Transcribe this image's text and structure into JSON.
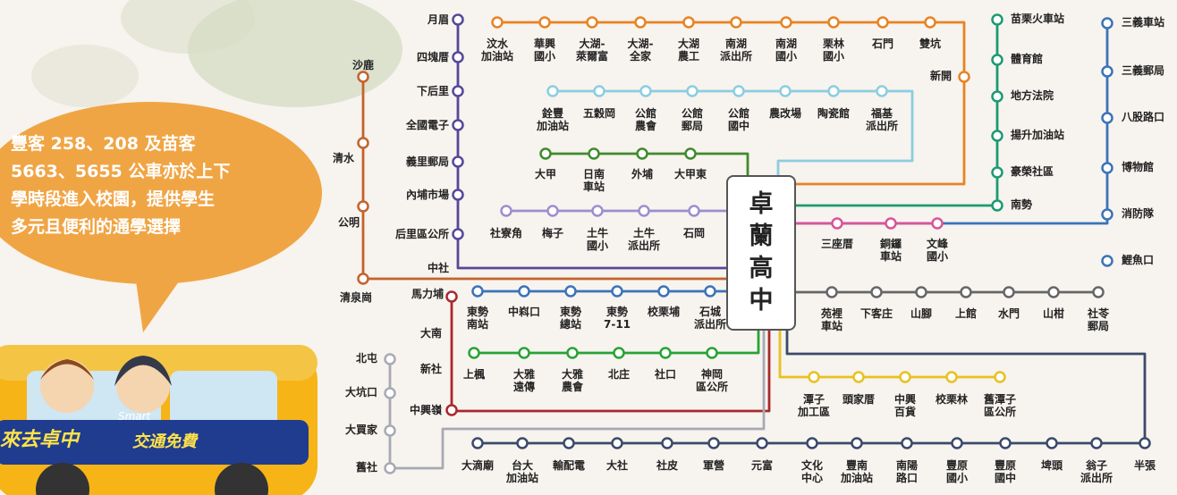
{
  "bubble_text": "豐客 258、208 及苗客\n5663、5655 公車亦於上下\n學時段進入校園，提供學生\n多元且便利的通學選擇",
  "hub_label": [
    "卓",
    "蘭",
    "高",
    "中"
  ],
  "bus_slogan": "來去卓中",
  "bus_smart": "Smart",
  "bus_free": "交通免費",
  "colors": {
    "bubble": "#f0a545",
    "purple": "#55489a",
    "orange": "#e88323",
    "lightblue": "#8ccde0",
    "green": "#3f8b2c",
    "lavender": "#9c8fce",
    "teal": "#1c9a73",
    "blue": "#3a73b8",
    "pink": "#d9559a",
    "gray": "#666666",
    "burnt": "#c3632c",
    "darkred": "#a8282c",
    "lime": "#27a336",
    "yellow": "#e8c11f",
    "navy": "#3a4a6a",
    "graylight": "#a7aab5"
  },
  "labels": {
    "p_yuemei": "月眉",
    "p_sikuaicuo": "四塊厝",
    "p_xiahoucuo": "下后里",
    "p_quanguodianzi": "全國電子",
    "p_yilivoucheng": "義里郵局",
    "p_neipushichang": "內埔市場",
    "p_houliqugongsuo": "后里區公所",
    "p_zhongshe": "中社",
    "sh_shalu": "沙鹿",
    "sh_qingshui": "清水",
    "sh_gongming": "公明",
    "sh_qingquangang": "清泉崗",
    "o1": "汶水\n加油站",
    "o2": "華興\n國小",
    "o3": "大湖-\n萊爾富",
    "o4": "大湖-\n全家",
    "o5": "大湖\n農工",
    "o6": "南湖\n派出所",
    "o7": "南湖\n國小",
    "o8": "栗林\n國小",
    "o9": "石門",
    "o10": "雙坑",
    "o_xinkai": "新開",
    "lb1": "銓豐\n加油站",
    "lb2": "五穀岡",
    "lb3": "公館\n農會",
    "lb4": "公館\n郵局",
    "lb5": "公館\n國中",
    "lb6": "農改場",
    "lb7": "陶瓷館",
    "lb8": "福基\n派出所",
    "g1": "大甲",
    "g2": "日南\n車站",
    "g3": "外埔",
    "g4": "大甲東",
    "lv1": "社寮角",
    "lv2": "梅子",
    "lv3": "土牛\n國小",
    "lv4": "土牛\n派出所",
    "lv5": "石岡",
    "t1": "苗栗火車站",
    "t2": "體育館",
    "t3": "地方法院",
    "t4": "揚升加油站",
    "t5": "豪榮社區",
    "t6": "南勢",
    "b1": "三義車站",
    "b2": "三義郵局",
    "b3": "八股路口",
    "b4": "博物館",
    "b5": "消防隊",
    "b6": "鯉魚口",
    "pk1": "三座厝",
    "pk2": "銅鑼\n車站",
    "pk3": "文峰\n國小",
    "gr1": "苑裡\n車站",
    "gr2": "下客庄",
    "gr3": "山腳",
    "gr4": "上館",
    "gr5": "水門",
    "gr6": "山柑",
    "gr7": "社苓\n郵局",
    "bl1": "東勢\n南站",
    "bl2": "中嵙口",
    "bl3": "東勢\n總站",
    "bl4": "東勢\n7-11",
    "bl5": "校栗埔",
    "bl6": "石城\n派出所",
    "dr_malipu": "馬力埔",
    "dr_danan": "大南",
    "dr_xinshe": "新社",
    "dr_zhongxingling": "中興嶺",
    "lm1": "上楓",
    "lm2": "大雅\n遠傳",
    "lm3": "大雅\n農會",
    "lm4": "北庄",
    "lm5": "社口",
    "lm6": "神岡\n區公所",
    "gl_beitun": "北屯",
    "gl_dakengkou": "大坑口",
    "gl_damaijia": "大買家",
    "gl_jiushe": "舊社",
    "y1": "潭子\n加工區",
    "y2": "頭家厝",
    "y3": "中興\n百貨",
    "y4": "校栗林",
    "y5": "舊潭子\n區公所",
    "n1": "大滴廟",
    "n2": "台大\n加油站",
    "n3": "輸配電",
    "n4": "大社",
    "n5": "社皮",
    "n6": "軍營",
    "n7": "元富",
    "n8": "文化\n中心",
    "n9": "豐南\n加油站",
    "n10": "南陽\n路口",
    "n11": "豐原\n國小",
    "n12": "豐原\n國中",
    "n13": "埤頭",
    "n14": "翁子\n派出所",
    "n15": "半張"
  }
}
